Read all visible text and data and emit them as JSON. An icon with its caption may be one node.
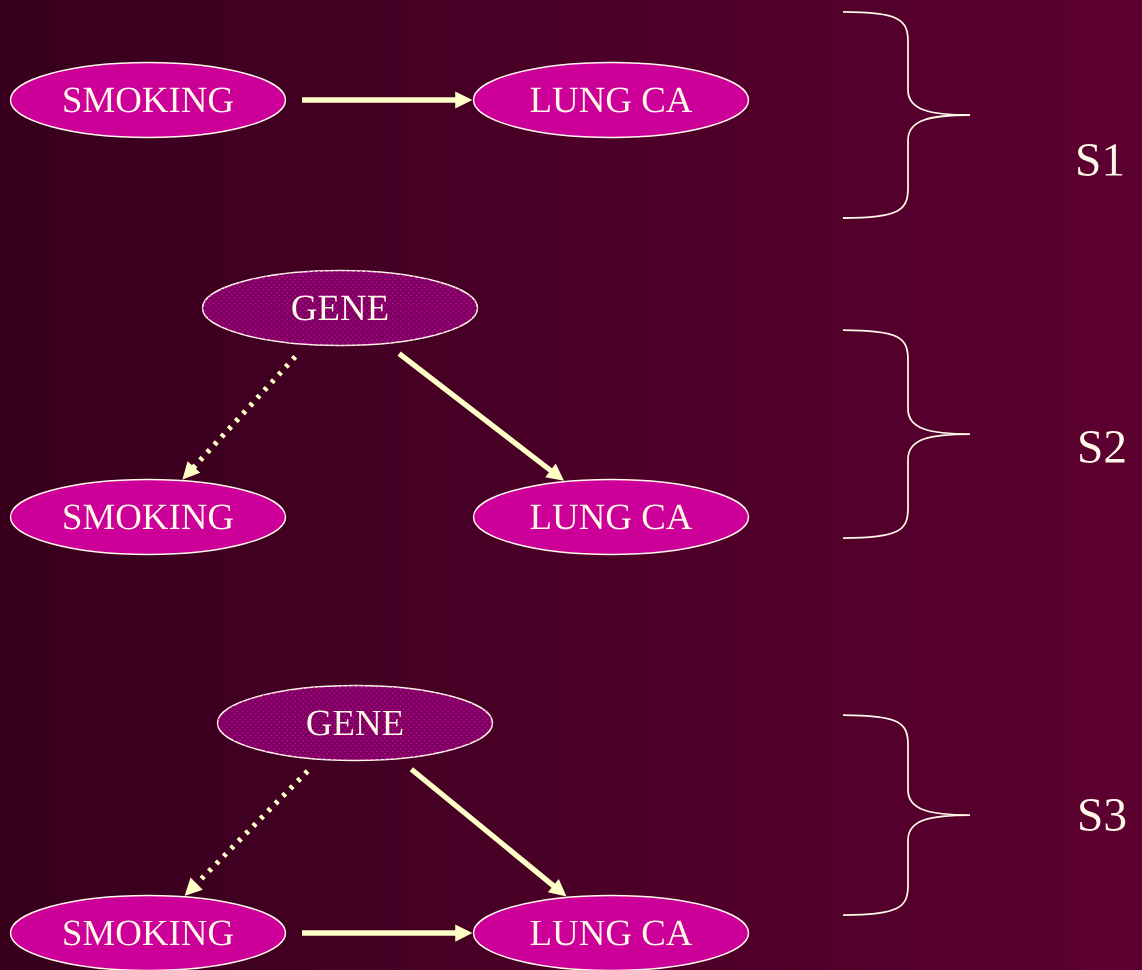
{
  "diagram": {
    "nodes": [
      {
        "text": [
          "SMOKING"
        ]
      },
      {
        "text": [
          "LUNG CA"
        ]
      },
      {
        "text": [
          "GENE"
        ]
      },
      {
        "text": [
          "SMOKING"
        ]
      },
      {
        "text": [
          "LUNG CA"
        ]
      },
      {
        "text": [
          "GENE"
        ]
      },
      {
        "text": [
          "SMOKING"
        ]
      },
      {
        "text": [
          "LUNG CA"
        ]
      }
    ],
    "edges": [
      {
        "from": 0,
        "to": 1,
        "arrow": "to"
      },
      {
        "from": 2,
        "to": 3,
        "arrow": "to",
        "style": "dashed"
      },
      {
        "from": 2,
        "to": 4,
        "arrow": "to"
      },
      {
        "from": 5,
        "to": 6,
        "arrow": "to",
        "style": "dashed"
      },
      {
        "from": 5,
        "to": 7,
        "arrow": "to"
      },
      {
        "from": 6,
        "to": 7,
        "arrow": "to"
      }
    ],
    "labels": [
      "S1",
      "S2",
      "S3"
    ]
  }
}
